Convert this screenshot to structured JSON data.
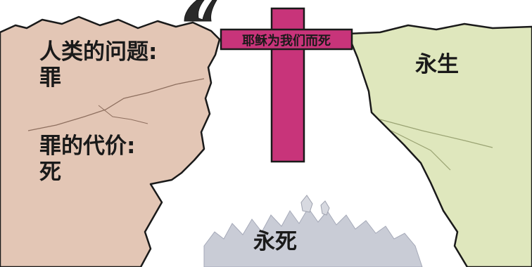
{
  "left_cliff": {
    "problem_title": "人类的问题:",
    "problem_value": "罪",
    "penalty_title": "罪的代价:",
    "penalty_value": "死"
  },
  "cross": {
    "text": "耶稣为我们而死",
    "color": "#c8347a"
  },
  "right_cliff": {
    "label": "永生"
  },
  "chasm": {
    "label": "永死"
  },
  "colors": {
    "left_cliff": "#e3c6b5",
    "right_cliff": "#dfe7bd",
    "abyss": "#c9ccd6",
    "outline": "#1a1a1a"
  }
}
